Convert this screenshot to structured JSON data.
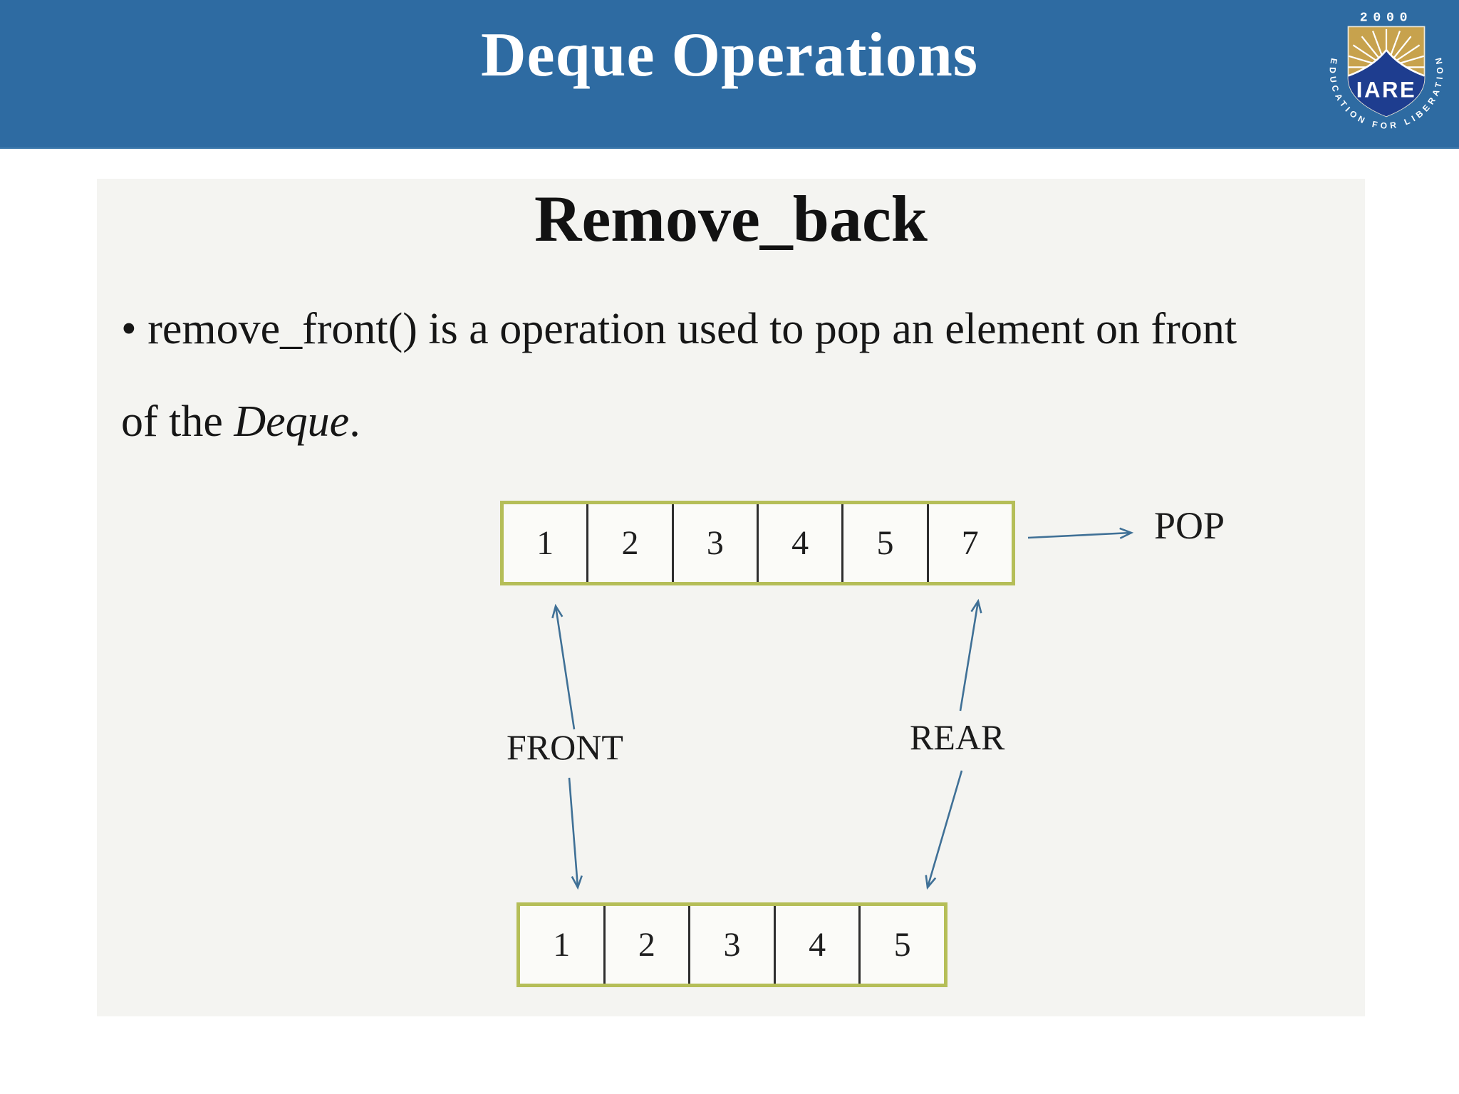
{
  "header": {
    "title": "Deque Operations",
    "bg_color": "#2e6ba2",
    "title_color": "#ffffff"
  },
  "logo": {
    "year": "2000",
    "acronym": "IARE",
    "motto": "EDUCATION FOR LIBERATION",
    "shield_gold": "#c7a24d",
    "shield_navy": "#1e3d8f"
  },
  "slide": {
    "heading": "Remove_back",
    "bullet": {
      "line1": "• remove_front() is a operation used to pop an element on front",
      "line2_before": "of the ",
      "line2_italic": "Deque",
      "line2_after": "."
    }
  },
  "diagram": {
    "top_array": [
      "1",
      "2",
      "3",
      "4",
      "5",
      "7"
    ],
    "bottom_array": [
      "1",
      "2",
      "3",
      "4",
      "5"
    ],
    "labels": {
      "pop": "POP",
      "front": "FRONT",
      "rear": "REAR"
    },
    "colors": {
      "box_border": "#b5be58",
      "cell_divider": "#2e2e2e",
      "arrow": "#3f7096",
      "panel_bg": "#f4f4f1"
    }
  }
}
